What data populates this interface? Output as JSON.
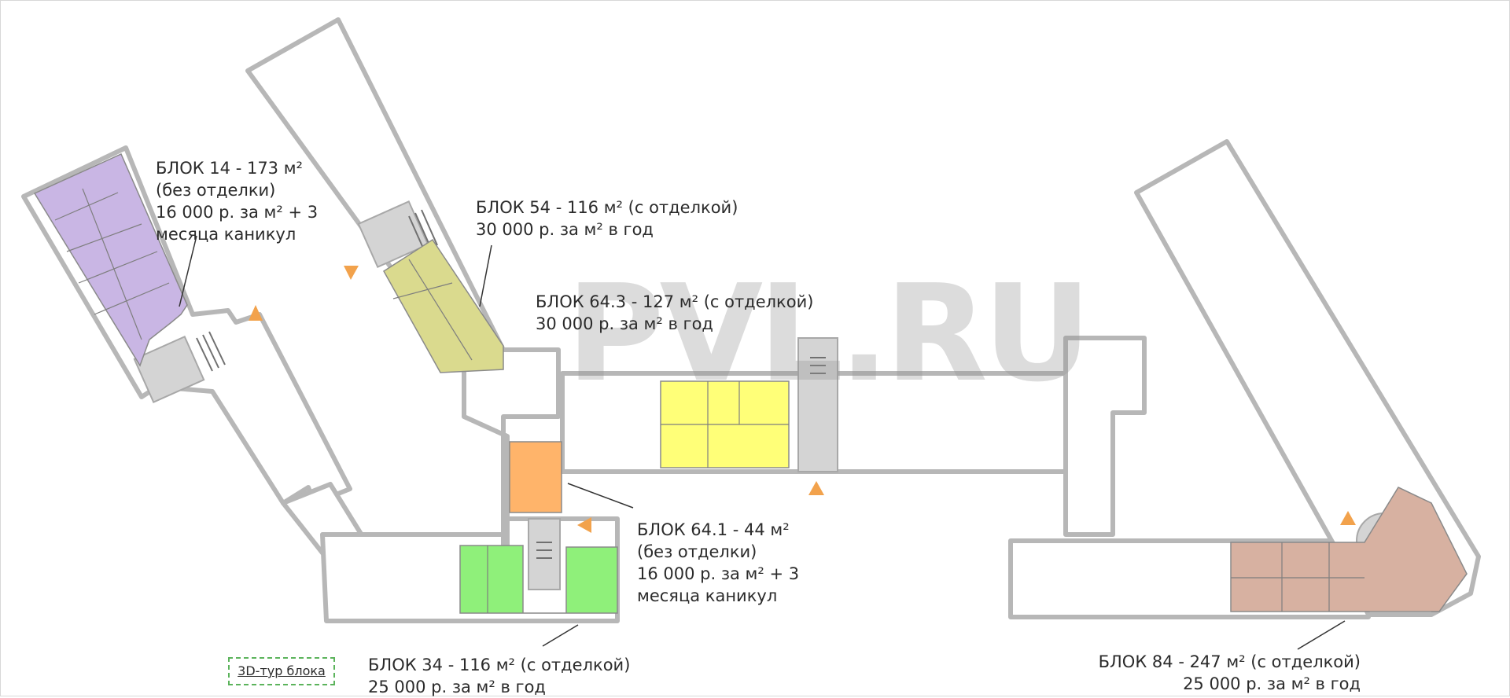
{
  "watermark": "PVL.RU",
  "tour_button_label": "3D-тур блока",
  "colors": {
    "wall": "#b7b7b7",
    "wall_light": "#d4d4d4",
    "block_14": "#c9b6e4",
    "block_54": "#dada8e",
    "block_64_3": "#ffff78",
    "block_64_1": "#ffb46a",
    "block_34": "#8ff07a",
    "block_84": "#d7b1a1",
    "stairs": "#bfbfbf",
    "marker": "#f2a24c",
    "tour_border": "#5bb35b"
  },
  "blocks": [
    {
      "id": "block-14",
      "lines": [
        "БЛОК 14 - 173 м²",
        "(без отделки)",
        "16 000 р. за м² + 3",
        "месяца каникул"
      ]
    },
    {
      "id": "block-54",
      "lines": [
        "БЛОК 54 - 116 м² (с отделкой)",
        "30 000 р. за м² в год"
      ]
    },
    {
      "id": "block-64-3",
      "lines": [
        "БЛОК 64.3 - 127 м² (с отделкой)",
        "30 000 р. за м² в год"
      ]
    },
    {
      "id": "block-64-1",
      "lines": [
        "БЛОК 64.1 - 44 м²",
        "(без отделки)",
        "16 000 р. за м² + 3",
        "месяца каникул"
      ]
    },
    {
      "id": "block-34",
      "lines": [
        "БЛОК 34 - 116 м² (с отделкой)",
        "25 000 р. за м² в год"
      ]
    },
    {
      "id": "block-84",
      "lines": [
        "БЛОК 84 - 247 м² (с отделкой)",
        "25 000 р. за м² в год"
      ]
    }
  ]
}
